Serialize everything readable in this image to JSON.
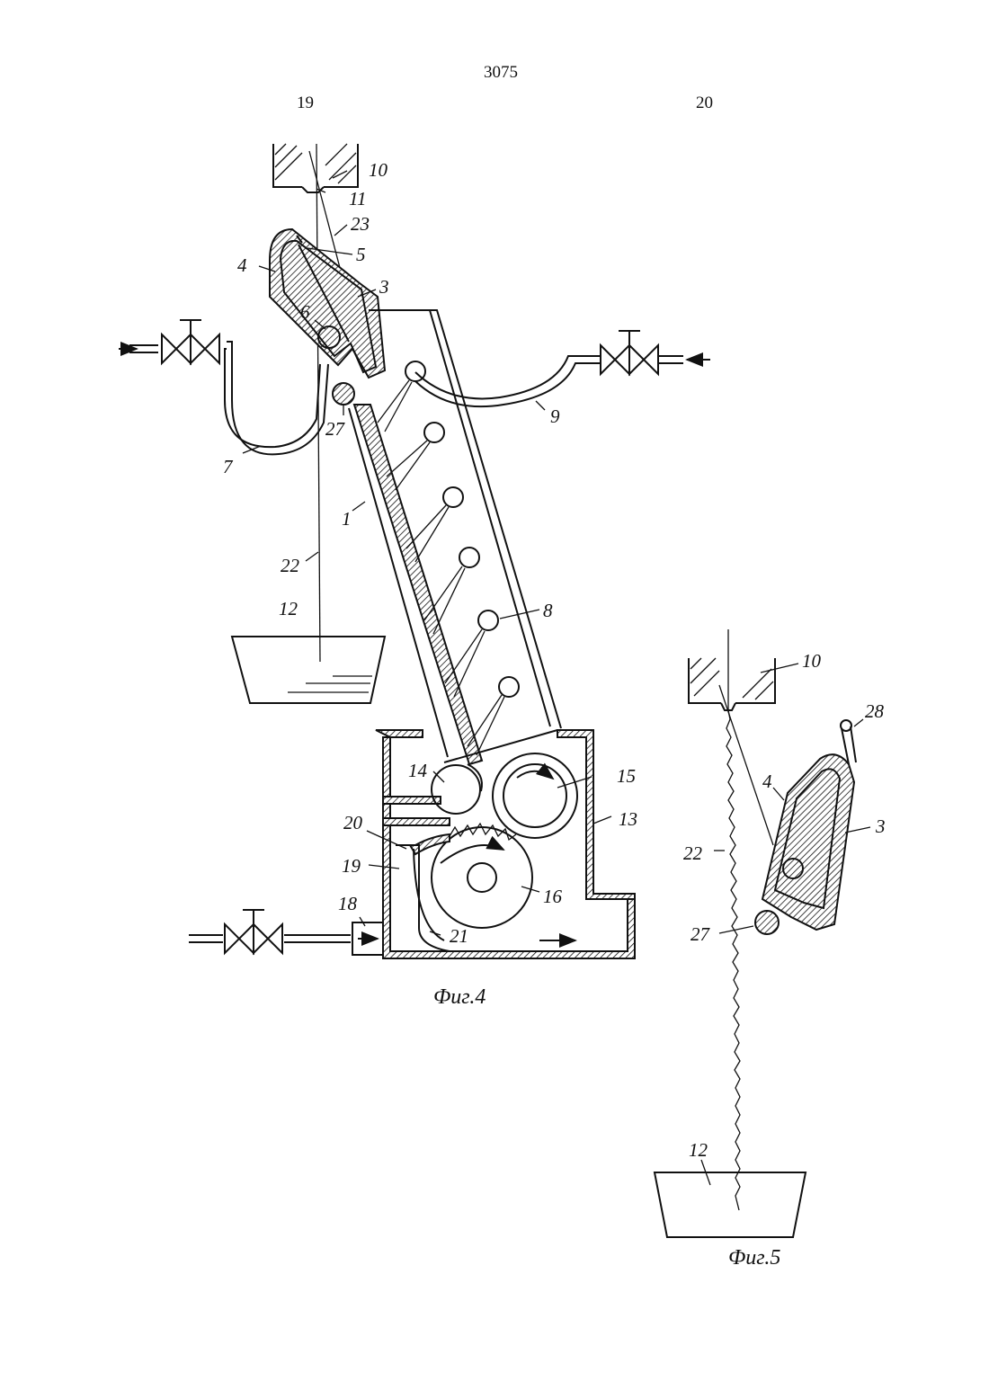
{
  "header": {
    "page_number": "3075",
    "left_column": "19",
    "right_column": "20"
  },
  "figure4": {
    "caption": "Фиг.4",
    "labels": {
      "l10": "10",
      "l11": "11",
      "l23": "23",
      "l5": "5",
      "l4": "4",
      "l3": "3",
      "l6": "6",
      "l27": "27",
      "l7": "7",
      "l9": "9",
      "l1": "1",
      "l22": "22",
      "l12": "12",
      "l8": "8",
      "l14": "14",
      "l15": "15",
      "l13": "13",
      "l20": "20",
      "l19": "19",
      "l16": "16",
      "l18": "18",
      "l21": "21"
    }
  },
  "figure5": {
    "caption": "Фиг.5",
    "labels": {
      "l10": "10",
      "l28": "28",
      "l4": "4",
      "l3": "3",
      "l22": "22",
      "l27": "27",
      "l12": "12"
    }
  }
}
